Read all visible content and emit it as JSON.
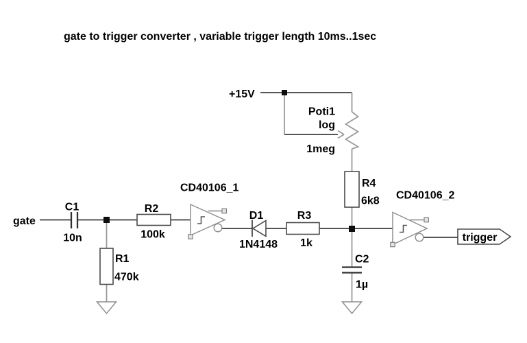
{
  "title": "gate to trigger converter , variable trigger length 10ms..1sec",
  "power_rail": {
    "label": "+15V"
  },
  "ports": {
    "gate": {
      "label": "gate"
    },
    "trigger": {
      "label": "trigger"
    }
  },
  "components": {
    "c1": {
      "ref": "C1",
      "value": "10n"
    },
    "r1": {
      "ref": "R1",
      "value": "470k"
    },
    "r2": {
      "ref": "R2",
      "value": "100k"
    },
    "inv1": {
      "ref": "CD40106_1"
    },
    "d1": {
      "ref": "D1",
      "value": "1N4148"
    },
    "r3": {
      "ref": "R3",
      "value": "1k"
    },
    "poti1": {
      "ref": "Poti1",
      "taper": "log",
      "value": "1meg"
    },
    "r4": {
      "ref": "R4",
      "value": "6k8"
    },
    "c2": {
      "ref": "C2",
      "value": "1µ"
    },
    "inv2": {
      "ref": "CD40106_2"
    }
  },
  "colors": {
    "background": "#ffffff",
    "wire": "#3d3d3d",
    "wire_light": "#9a9a9a",
    "text": "#000000"
  }
}
